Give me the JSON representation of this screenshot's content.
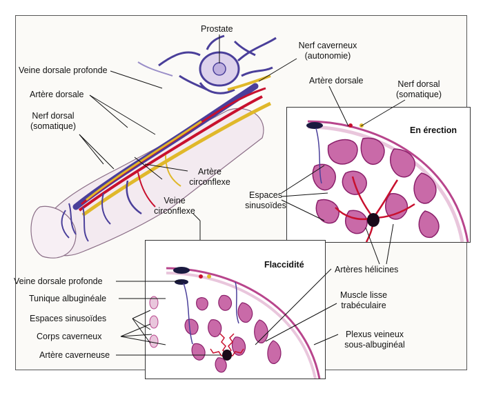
{
  "labels": {
    "prostate": "Prostate",
    "nerf_caverneux_1": "Nerf caverneux",
    "nerf_caverneux_2": "(autonomie)",
    "veine_dorsale_profonde_top": "Veine dorsale profonde",
    "artere_dorsale_left": "Artère dorsale",
    "nerf_dorsal_left_1": "Nerf dorsal",
    "nerf_dorsal_left_2": "(somatique)",
    "artere_dorsale_right": "Artère dorsale",
    "nerf_dorsal_right_1": "Nerf dorsal",
    "nerf_dorsal_right_2": "(somatique)",
    "artere_circonflexe_1": "Artère",
    "artere_circonflexe_2": "circonflexe",
    "veine_circonflexe_1": "Veine",
    "veine_circonflexe_2": "circonflexe",
    "espaces_sinusoides_right_1": "Espaces",
    "espaces_sinusoides_right_2": "sinusoïdes",
    "en_erection": "En érection",
    "flaccidite": "Flaccidité",
    "veine_dorsale_profonde_bottom": "Veine dorsale profonde",
    "tunique_albugineale": "Tunique albuginéale",
    "espaces_sinusoides_bottom": "Espaces sinusoïdes",
    "corps_caverneux": "Corps caverneux",
    "artere_caverneuse": "Artère caverneuse",
    "arteres_helicines": "Artères hélicines",
    "muscle_lisse_1": "Muscle lisse",
    "muscle_lisse_2": "trabéculaire",
    "plexus_1": "Plexus veineux",
    "plexus_2": "sous-albuginéal"
  },
  "colors": {
    "vein": "#4a3f9a",
    "artery": "#c8102e",
    "nerve": "#e0b82a",
    "tissue": "#b8458c",
    "tissue_light": "#e9c6dc"
  }
}
